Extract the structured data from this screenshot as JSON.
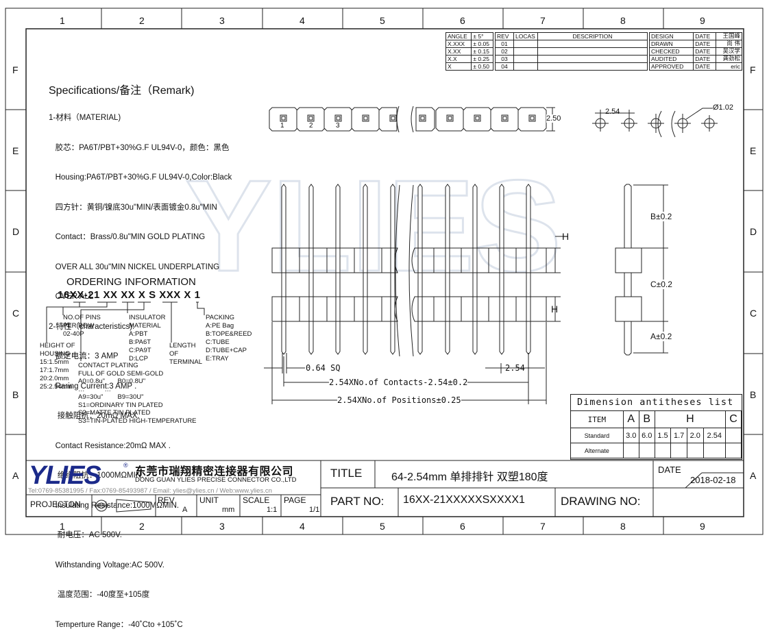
{
  "frame": {
    "col_labels": [
      "1",
      "2",
      "3",
      "4",
      "5",
      "6",
      "7",
      "8",
      "9"
    ],
    "row_labels": [
      "F",
      "E",
      "D",
      "C",
      "B",
      "A"
    ]
  },
  "tolerance_table": {
    "rows": [
      [
        "ANGLE",
        "± 5°"
      ],
      [
        "X.XXX",
        "± 0.05"
      ],
      [
        "X.XX",
        "± 0.15"
      ],
      [
        "X.X",
        "± 0.25"
      ],
      [
        "X",
        "± 0.50"
      ]
    ]
  },
  "revision_table": {
    "headers": [
      "REV",
      "LOCAS",
      "DESCRIPTION"
    ],
    "revs": [
      "01",
      "02",
      "03",
      "04"
    ]
  },
  "approval_table": {
    "rows": [
      [
        "DESIGN",
        "DATE",
        "王国峰"
      ],
      [
        "DRAWN",
        "DATE",
        "尚 伟"
      ],
      [
        "CHECKED",
        "DATE",
        "吴汉学"
      ],
      [
        "AUDITED",
        "DATE",
        "龚劲松"
      ],
      [
        "APPROVED",
        "DATE",
        "eric"
      ]
    ]
  },
  "specs": {
    "title": "Specifications/备注（Remark)",
    "lines": [
      "1-材料（MATERIAL)",
      "   胶芯：PA6T/PBT+30%G.F UL94V-0，颜色：黑色",
      "   Housing:PA6T/PBT+30%G.F UL94V-0,Color:Black",
      "   四方针：黄铜/镍底30u\"MIN/表面镀金0.8u\"MIN",
      "   Contact：Brass/0.8u\"MIN GOLD PLATING",
      "   OVER ALL 30u\"MIN NICKEL UNDERPLATING",
      "   OVER ALL",
      "2-特性（characteristics):",
      "   额定电流：3 AMP",
      "   Raring Current:3 AMP .",
      "    接触阻抗：20mΩ MAX.",
      "   Contact Resistance:20mΩ MAX .",
      "    绝缘阻抗：1000MΩMIN.",
      "   Insulating Resistance:1000MΩMIN.",
      "    耐电压：AC 500V.",
      "   Withstanding Voltage:AC 500V.",
      "    温度范围：-40度至+105度",
      "   Temperture Range：-40˚Cto +105˚C"
    ]
  },
  "ordering": {
    "title": "ORDERING INFORMATION",
    "code": "16XX-21 XX XX X S XXX X 1",
    "height_label": "HEIGHT OF\nHOUSING\n15:1.5mm\n17:1.7mm\n20:2.0mm\n25:2.54mm",
    "pins_label": "NO.OF PINS\nPER ROW\n02-40P",
    "insulator_label": "INSULATOR\nMATERIAL\nA:PBT\nB:PA6T\nC:PA9T\nD:LCP",
    "length_label": "LENGTH\nOF\nTERMINAL",
    "packing_label": "PACKING\nA:PE Bag\nB:TOPE&REED\nC:TUBE\nD:TUBE+CAP\nE:TRAY",
    "plating_label": "CONTACT PLATING\nFULL OF GOLD SEMI-GOLD\nA0=0.8u\"       B0=0.8U\"\n…           …\nA9=30u\"        B9=30U\"\nS1=ORDINARY TIN PLATED\nS2=MATTE TIN PLATED\nS3=TIN-PLATED HIGH-TEMPERATURE"
  },
  "top_view": {
    "pin_numbers": [
      "1",
      "2",
      "3"
    ],
    "height_dim": "2.50",
    "pitch_dim": "2.54",
    "hole_dim": "Ø1.02"
  },
  "front_view": {
    "dim_h1": "H",
    "dim_h2": "H",
    "sq": "0.64 SQ",
    "pitch": "2.54",
    "contacts": "2.54XNo.of Contacts-2.54±0.2",
    "positions": "2.54XNo.of Positions±0.25"
  },
  "side_view": {
    "b": "B±0.2",
    "c": "C±0.2",
    "a": "A±0.2"
  },
  "dim_list": {
    "title": "Dimension antitheses list",
    "headers": [
      "ITEM",
      "A",
      "B",
      "H",
      "C"
    ],
    "standard_label": "Standard",
    "standard": [
      "3.0",
      "6.0",
      "1.5",
      "1.7",
      "2.0",
      "2.54"
    ],
    "alternate_label": "Alternate"
  },
  "title_block": {
    "company_cn": "东莞市瑞翔精密连接器有限公司",
    "company_en": "DONG GUAN YLIES PRECISE CONNECTOR CO.,LTD",
    "contact": "Tel:0769-85381995 / Fax:0769-85493987 / Email: ylies@ylies.cn / Web:www.ylies.cn",
    "logo": "YLIES",
    "title_label": "TITLE",
    "title_value": "64-2.54mm 单排排针  双塑180度",
    "date_label": "DATE",
    "date_value": "2018-02-18",
    "projection_label": "PROJECTON",
    "rev_label": "REV",
    "rev_value": "A",
    "unit_label": "UNIT",
    "unit_value": "mm",
    "scale_label": "SCALE",
    "scale_value": "1:1",
    "page_label": "PAGE",
    "page_value": "1/1",
    "part_label": "PART NO:",
    "part_value": "16XX-21XXXXXSXXXX1",
    "drawing_label": "DRAWING NO:"
  },
  "colors": {
    "line": "#222222",
    "logo": "#1b2a8a",
    "watermark": "#dde3ec"
  }
}
